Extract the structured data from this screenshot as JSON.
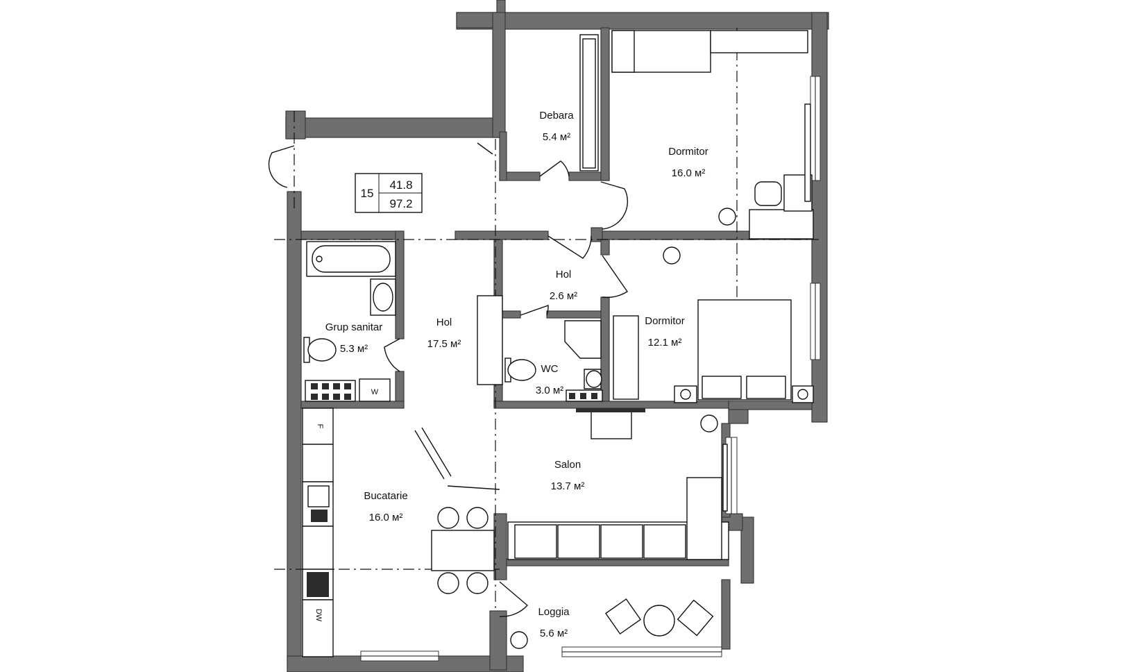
{
  "plan": {
    "unit_badge": {
      "number": "15",
      "living_area": "41.8",
      "total_area": "97.2"
    },
    "rooms": {
      "debara": {
        "name": "Debara",
        "area": "5.4 м²"
      },
      "dormitor1": {
        "name": "Dormitor",
        "area": "16.0 м²"
      },
      "hol_small": {
        "name": "Hol",
        "area": "2.6 м²"
      },
      "dormitor2": {
        "name": "Dormitor",
        "area": "12.1 м²"
      },
      "grup": {
        "name": "Grup sanitar",
        "area": "5.3 м²"
      },
      "hol_main": {
        "name": "Hol",
        "area": "17.5 м²"
      },
      "wc": {
        "name": "WC",
        "area": "3.0 м²"
      },
      "salon": {
        "name": "Salon",
        "area": "13.7 м²"
      },
      "bucatarie": {
        "name": "Bucatarie",
        "area": "16.0 м²"
      },
      "loggia": {
        "name": "Loggia",
        "area": "5.6 м²"
      }
    },
    "appliance_labels": {
      "washer": "W",
      "fridge": "F",
      "dishwasher": "DW"
    }
  }
}
